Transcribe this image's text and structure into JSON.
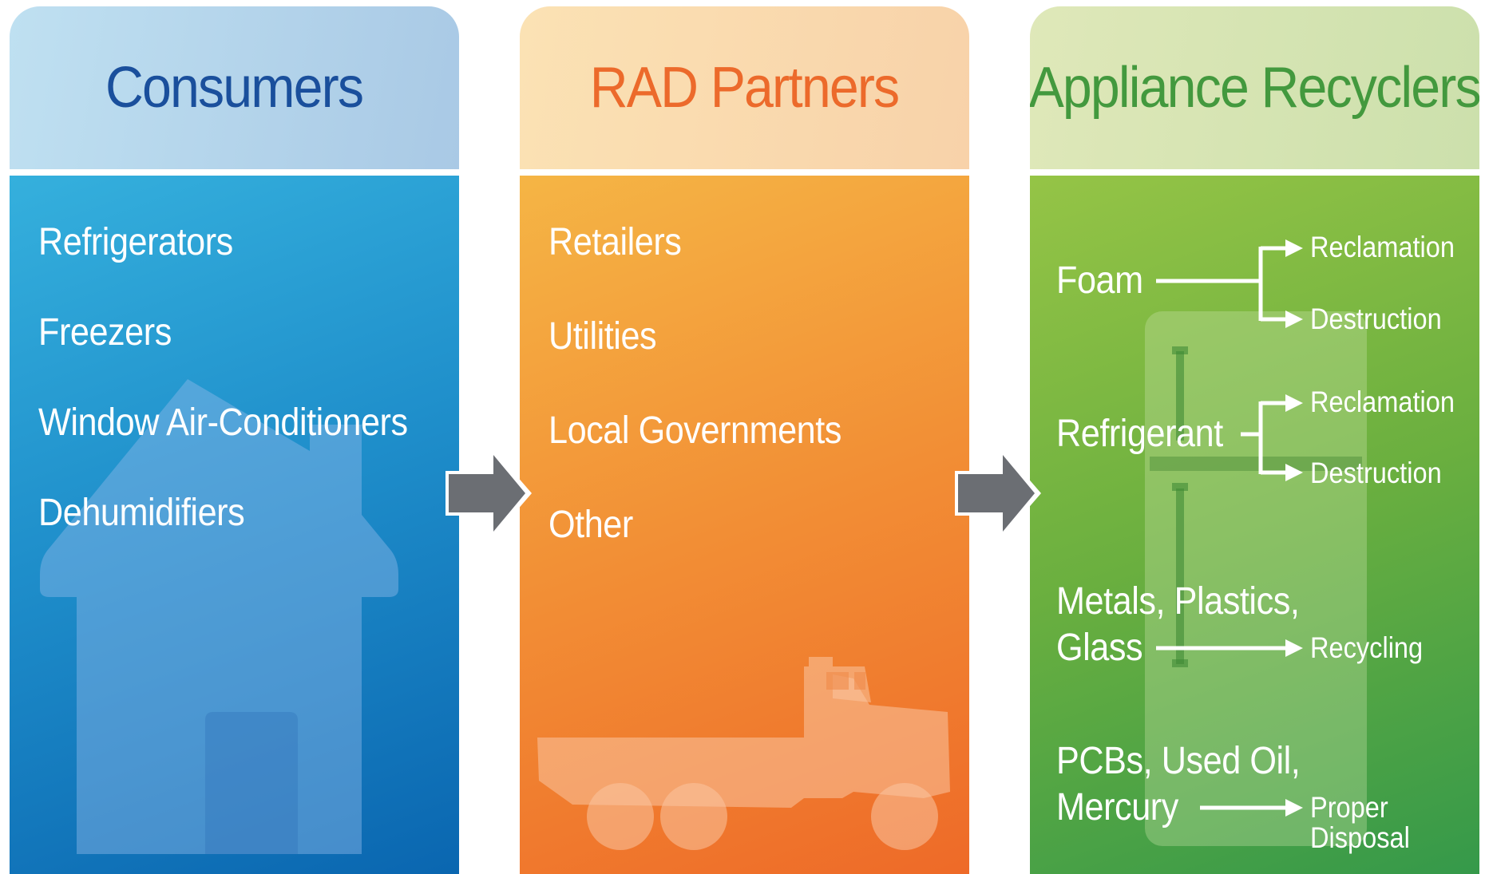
{
  "columns": [
    {
      "title": "Consumers",
      "items": [
        "Refrigerators",
        "Freezers",
        "Window Air-Conditioners",
        "Dehumidifiers"
      ]
    },
    {
      "title": "RAD Partners",
      "items": [
        "Retailers",
        "Utilities",
        "Local Governments",
        "Other"
      ]
    },
    {
      "title": "Appliance Recyclers",
      "materials": [
        {
          "name": "Foam",
          "outcomes": [
            "Reclamation",
            "Destruction"
          ]
        },
        {
          "name": "Refrigerant",
          "outcomes": [
            "Reclamation",
            "Destruction"
          ]
        },
        {
          "name_lines": [
            "Metals, Plastics,",
            "Glass"
          ],
          "outcomes": [
            "Recycling"
          ]
        },
        {
          "name_lines": [
            "PCBs, Used Oil,",
            "Mercury"
          ],
          "outcome_lines": [
            "Proper",
            "Disposal"
          ]
        }
      ]
    }
  ],
  "colors": {
    "consumers_title": "#1a4f9c",
    "partners_title": "#ec6a2b",
    "recyclers_title": "#43993e",
    "arrow": "#6b6e73"
  },
  "icons": [
    "house-icon",
    "truck-icon",
    "refrigerator-icon",
    "flow-arrow-icon"
  ]
}
